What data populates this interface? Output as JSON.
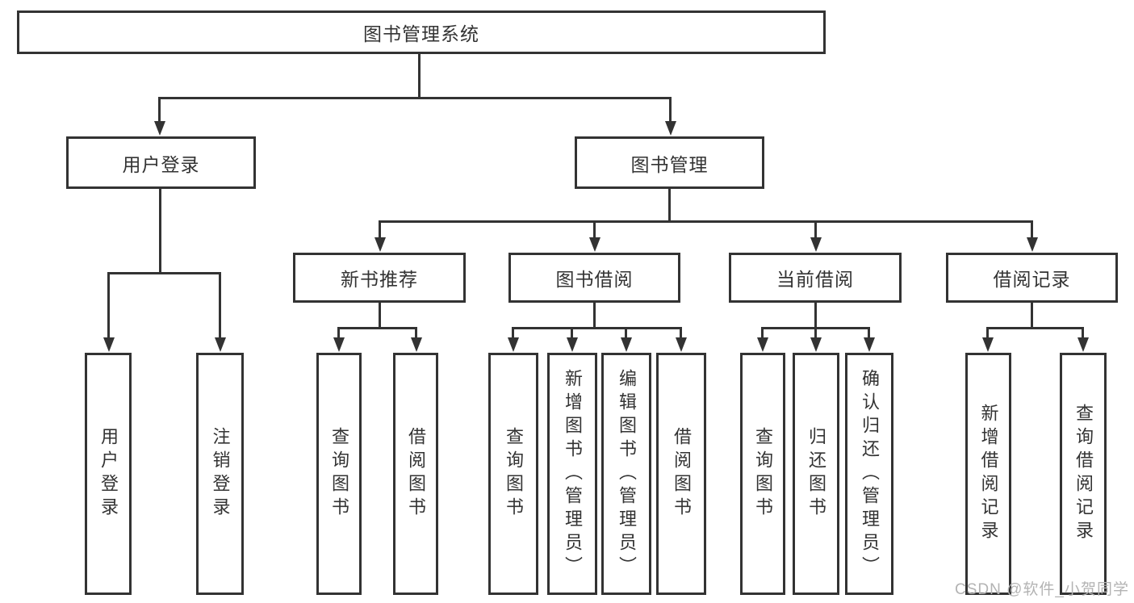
{
  "tree": {
    "label": "图书管理系统",
    "children": [
      {
        "label": "用户登录",
        "children": [
          {
            "label": "用户登录"
          },
          {
            "label": "注销登录"
          }
        ]
      },
      {
        "label": "图书管理",
        "children": [
          {
            "label": "新书推荐",
            "children": [
              {
                "label": "查询图书"
              },
              {
                "label": "借阅图书"
              }
            ]
          },
          {
            "label": "图书借阅",
            "children": [
              {
                "label": "查询图书"
              },
              {
                "label": "新增图书（管理员）"
              },
              {
                "label": "编辑图书（管理员）"
              },
              {
                "label": "借阅图书"
              }
            ]
          },
          {
            "label": "当前借阅",
            "children": [
              {
                "label": "查询图书"
              },
              {
                "label": "归还图书"
              },
              {
                "label": "确认归还（管理员）"
              }
            ]
          },
          {
            "label": "借阅记录",
            "children": [
              {
                "label": "新增借阅记录"
              },
              {
                "label": "查询借阅记录"
              }
            ]
          }
        ]
      }
    ]
  },
  "watermark": {
    "text": "CSDN @软件_小贺同学"
  },
  "colors": {
    "line": "#333333",
    "text": "#333333",
    "background": "#ffffff",
    "watermark": "#b3b3b3"
  }
}
